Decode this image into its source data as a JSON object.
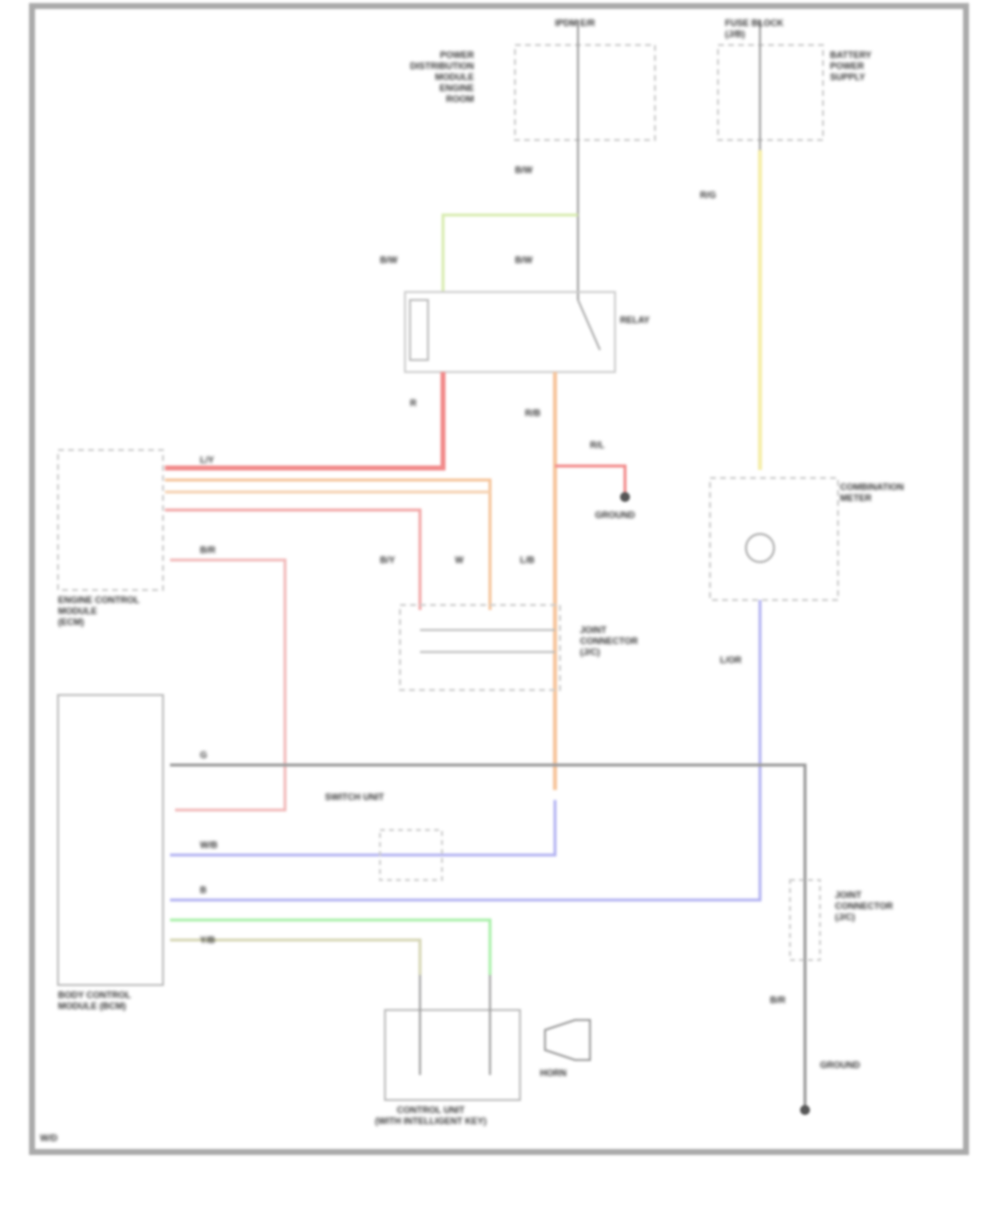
{
  "title": "Wiring diagram",
  "labels": {
    "fuse_box_top": "IPDM E/R",
    "fuse_box_top_desc": "POWER\nDISTRIBUTION\nMODULE\nENGINE\nROOM",
    "fuse_box_right": "FUSE BLOCK\n(J/B)",
    "fuse_box_right_desc": "BATTERY\nPOWER\nSUPPLY",
    "relay": "RELAY",
    "ecm": "ENGINE CONTROL\nMODULE\n(ECM)",
    "bcm": "BODY CONTROL\nMODULE (BCM)",
    "combination_meter": "COMBINATION\nMETER",
    "joint_connector": "JOINT\nCONNECTOR\n(J/C)",
    "ground_top": "GROUND",
    "switch_unit": "SWITCH UNIT",
    "horn": "HORN",
    "bottom_module": "CONTROL UNIT\n(WITH INTELLIGENT KEY)",
    "right_connector": "JOINT\nCONNECTOR\n(J/C)",
    "ground_bottom": "GROUND",
    "diagram_id": "W/D",
    "wires": [
      "B/W",
      "B/W",
      "B/W",
      "R/G",
      "R",
      "R/B",
      "R/L",
      "L/Y",
      "B/R",
      "B/Y",
      "W",
      "L/B",
      "L/OR",
      "G",
      "W/B",
      "B",
      "Y/B",
      "B/R"
    ]
  },
  "colors": {
    "red": "#f28a8a",
    "orange": "#f6c49a",
    "yellow": "#f5eda8",
    "blue": "#b4b4f2",
    "green": "#aaf0aa",
    "olive": "#d6d6b6",
    "gray": "#999999"
  }
}
